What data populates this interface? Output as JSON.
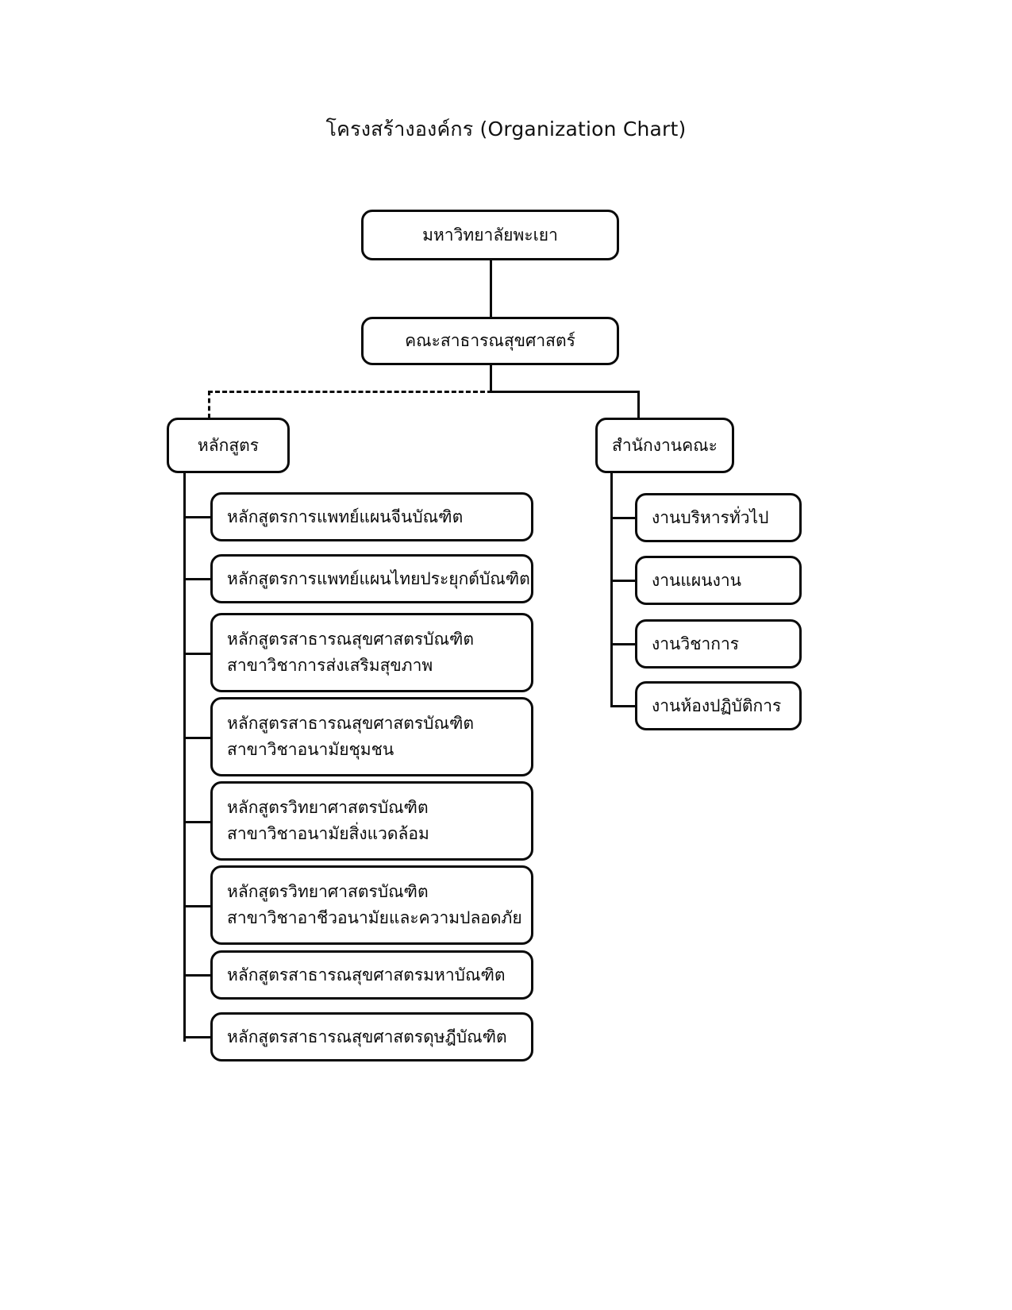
{
  "title": "โครงสร้างองค์กร (Organization Chart)",
  "chart_data": {
    "type": "diagram",
    "diagram_kind": "organization-chart",
    "title": "โครงสร้างองค์กร (Organization Chart)",
    "orientation": "top-down",
    "nodes": [
      {
        "id": "university",
        "label": "มหาวิทยาลัยพะเยา",
        "level": 0
      },
      {
        "id": "faculty",
        "label": "คณะสาธารณสุขศาสตร์",
        "level": 1
      },
      {
        "id": "curriculum",
        "label": "หลักสูตร",
        "level": 2
      },
      {
        "id": "faculty-office",
        "label": "สำนักงานคณะ",
        "level": 2
      },
      {
        "id": "program-1",
        "label": "หลักสูตรการแพทย์แผนจีนบัณฑิต",
        "level": 3
      },
      {
        "id": "program-2",
        "label": "หลักสูตรการแพทย์แผนไทยประยุกต์บัณฑิต",
        "level": 3
      },
      {
        "id": "program-3",
        "label": "หลักสูตรสาธารณสุขศาสตรบัณฑิต สาขาวิชาการส่งเสริมสุขภาพ",
        "level": 3
      },
      {
        "id": "program-4",
        "label": "หลักสูตรสาธารณสุขศาสตรบัณฑิต สาขาวิชาอนามัยชุมชน",
        "level": 3
      },
      {
        "id": "program-5",
        "label": "หลักสูตรวิทยาศาสตรบัณฑิต สาขาวิชาอนามัยสิ่งแวดล้อม",
        "level": 3
      },
      {
        "id": "program-6",
        "label": "หลักสูตรวิทยาศาสตรบัณฑิต สาขาวิชาอาชีวอนามัยและความปลอดภัย",
        "level": 3
      },
      {
        "id": "program-7",
        "label": "หลักสูตรสาธารณสุขศาสตรมหาบัณฑิต",
        "level": 3
      },
      {
        "id": "program-8",
        "label": "หลักสูตรสาธารณสุขศาสตรดุษฎีบัณฑิต",
        "level": 3
      },
      {
        "id": "office-1",
        "label": "งานบริหารทั่วไป",
        "level": 3
      },
      {
        "id": "office-2",
        "label": "งานแผนงาน",
        "level": 3
      },
      {
        "id": "office-3",
        "label": "งานวิชาการ",
        "level": 3
      },
      {
        "id": "office-4",
        "label": "งานห้องปฏิบัติการ",
        "level": 3
      }
    ],
    "edges": [
      {
        "from": "university",
        "to": "faculty",
        "style": "solid"
      },
      {
        "from": "faculty",
        "to": "curriculum",
        "style": "dashed"
      },
      {
        "from": "faculty",
        "to": "faculty-office",
        "style": "solid"
      },
      {
        "from": "curriculum",
        "to": "program-1",
        "style": "solid"
      },
      {
        "from": "curriculum",
        "to": "program-2",
        "style": "solid"
      },
      {
        "from": "curriculum",
        "to": "program-3",
        "style": "solid"
      },
      {
        "from": "curriculum",
        "to": "program-4",
        "style": "solid"
      },
      {
        "from": "curriculum",
        "to": "program-5",
        "style": "solid"
      },
      {
        "from": "curriculum",
        "to": "program-6",
        "style": "solid"
      },
      {
        "from": "curriculum",
        "to": "program-7",
        "style": "solid"
      },
      {
        "from": "curriculum",
        "to": "program-8",
        "style": "solid"
      },
      {
        "from": "faculty-office",
        "to": "office-1",
        "style": "solid"
      },
      {
        "from": "faculty-office",
        "to": "office-2",
        "style": "solid"
      },
      {
        "from": "faculty-office",
        "to": "office-3",
        "style": "solid"
      },
      {
        "from": "faculty-office",
        "to": "office-4",
        "style": "solid"
      }
    ],
    "colors": {
      "stroke": "#0a0a0a",
      "fill": "#ffffff",
      "text": "#0a0a0a"
    }
  },
  "root": {
    "label": "มหาวิทยาลัยพะเยา"
  },
  "faculty": {
    "label": "คณะสาธารณสุขศาสตร์"
  },
  "branches": {
    "curriculum": {
      "label": "หลักสูตร"
    },
    "office": {
      "label": "สำนักงานคณะ"
    }
  },
  "programs": [
    {
      "line1": "หลักสูตรการแพทย์แผนจีนบัณฑิต",
      "line2": ""
    },
    {
      "line1": "หลักสูตรการแพทย์แผนไทยประยุกต์บัณฑิต",
      "line2": ""
    },
    {
      "line1": "หลักสูตรสาธารณสุขศาสตรบัณฑิต",
      "line2": "สาขาวิชาการส่งเสริมสุขภาพ"
    },
    {
      "line1": "หลักสูตรสาธารณสุขศาสตรบัณฑิต",
      "line2": "สาขาวิชาอนามัยชุมชน"
    },
    {
      "line1": "หลักสูตรวิทยาศาสตรบัณฑิต",
      "line2": "สาขาวิชาอนามัยสิ่งแวดล้อม"
    },
    {
      "line1": "หลักสูตรวิทยาศาสตรบัณฑิต",
      "line2": "สาขาวิชาอาชีวอนามัยและความปลอดภัย"
    },
    {
      "line1": "หลักสูตรสาธารณสุขศาสตรมหาบัณฑิต",
      "line2": ""
    },
    {
      "line1": "หลักสูตรสาธารณสุขศาสตรดุษฎีบัณฑิต",
      "line2": ""
    }
  ],
  "office_units": [
    {
      "label": "งานบริหารทั่วไป"
    },
    {
      "label": "งานแผนงาน"
    },
    {
      "label": "งานวิชาการ"
    },
    {
      "label": "งานห้องปฏิบัติการ"
    }
  ]
}
